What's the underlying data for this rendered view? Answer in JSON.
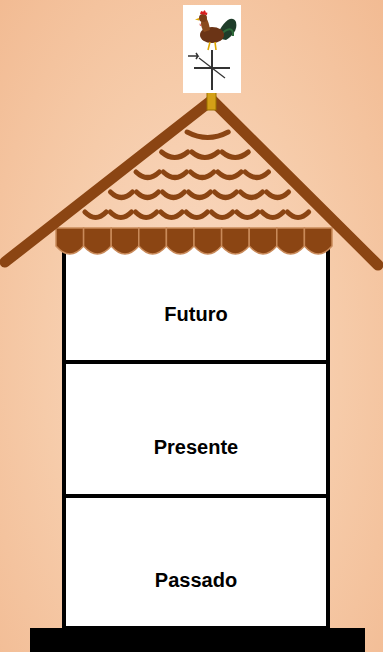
{
  "diagram": {
    "nodes": [
      {
        "text": [
          "Futuro"
        ]
      },
      {
        "text": [
          "Presente"
        ]
      },
      {
        "text": [
          "Passado"
        ]
      }
    ]
  }
}
